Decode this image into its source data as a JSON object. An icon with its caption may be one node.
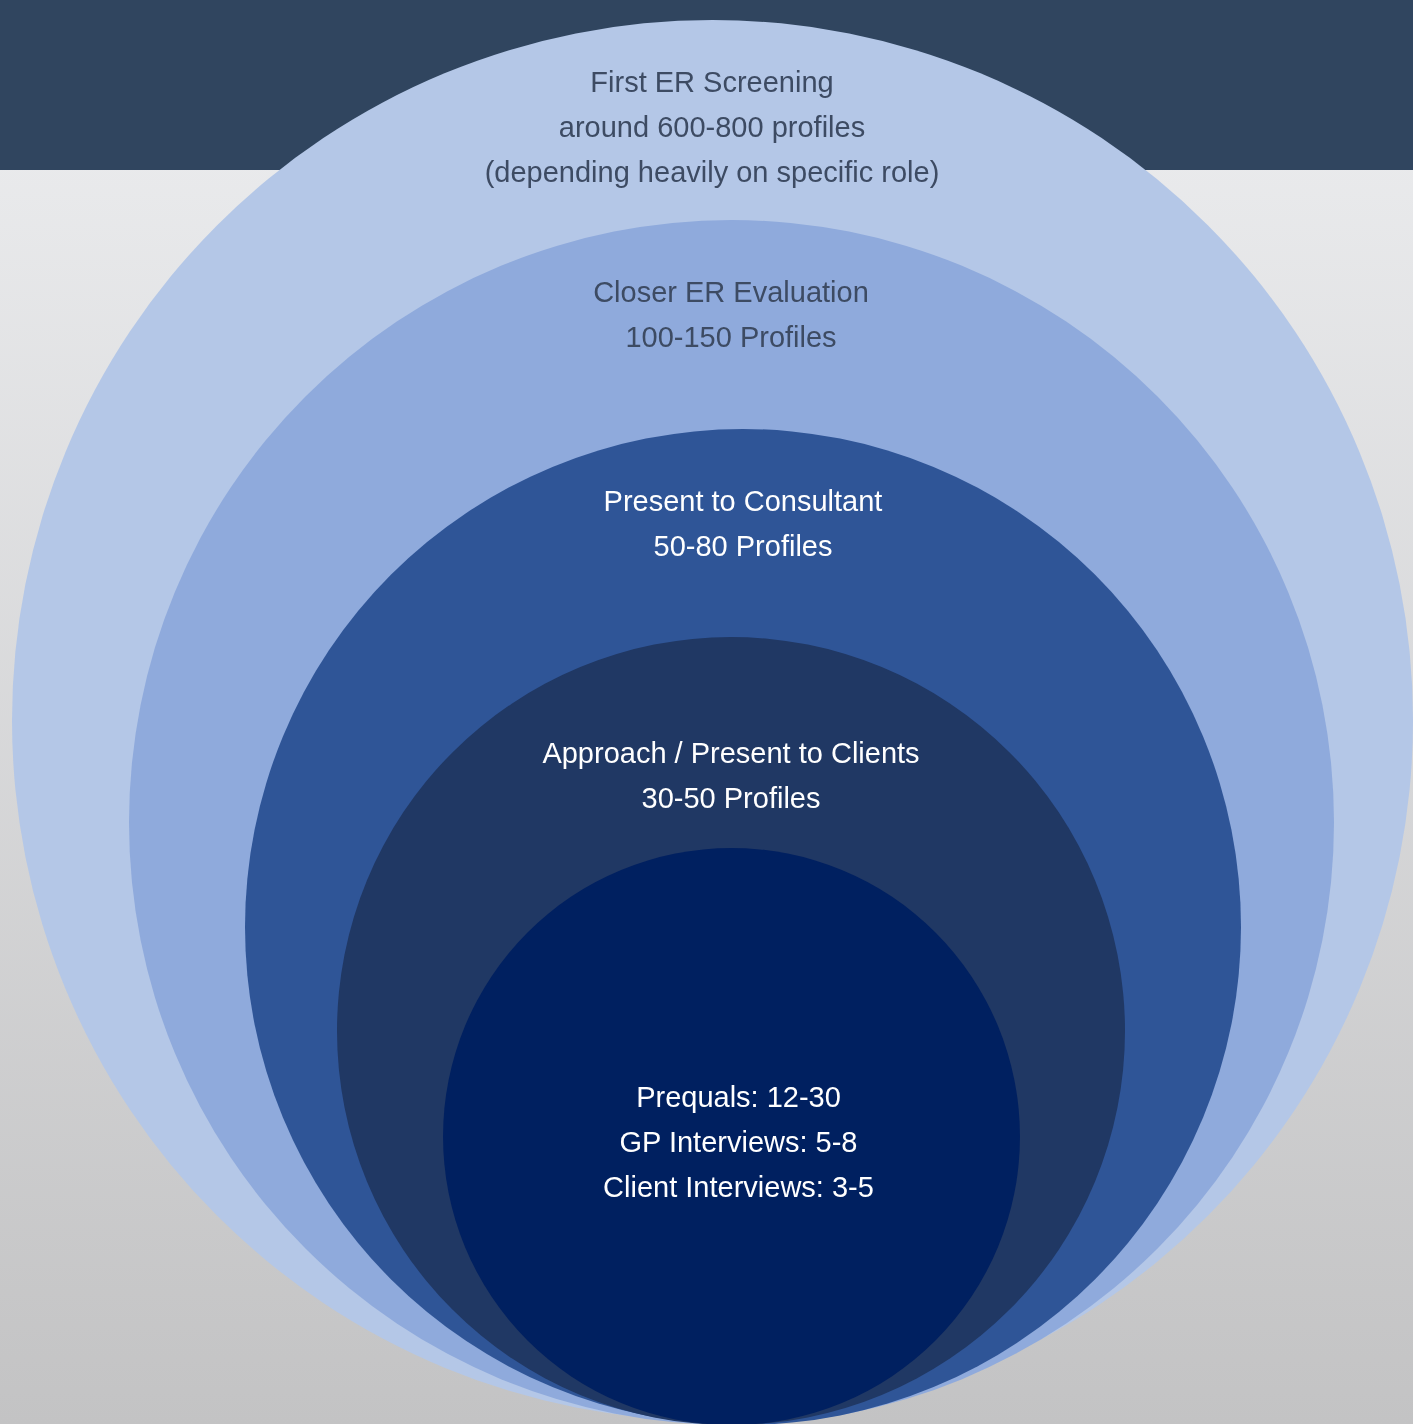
{
  "diagram": {
    "nodes": [
      {
        "text": [
          "First ER Screening",
          "around 600-800 profiles",
          "(depending heavily on specific role)"
        ]
      },
      {
        "text": [
          "Closer ER Evaluation",
          "100-150 Profiles"
        ],
        "in": 0
      },
      {
        "text": [
          "Present to Consultant",
          "50-80 Profiles"
        ],
        "in": 1
      },
      {
        "text": [
          "Approach / Present to Clients",
          "30-50 Profiles"
        ],
        "in": 2
      },
      {
        "text": [
          "Prequals: 12-30",
          "GP Interviews: 5-8",
          "Client Interviews: 3-5"
        ],
        "in": 3
      }
    ]
  }
}
